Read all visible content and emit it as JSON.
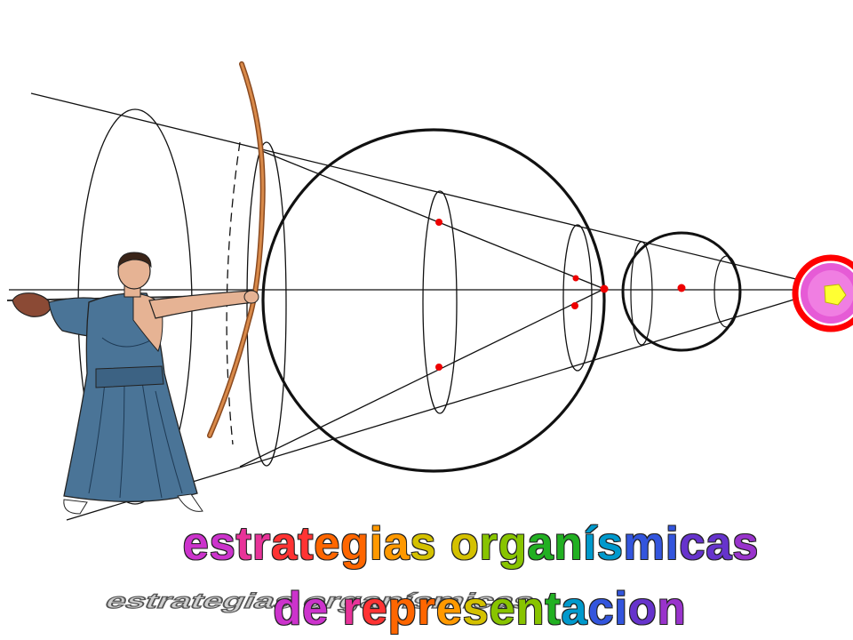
{
  "caption": {
    "line1": "estrategias organísmicas",
    "line2": "de representacion",
    "shadow": "estrategias organísmicas"
  },
  "colors": {
    "line": "#111111",
    "dot": "#ee0000",
    "bow": "#c77a3c",
    "robe": "#4a7497",
    "skin": "#e6b394",
    "target_ring": "#ff0000",
    "target_fill": "#e65bd6",
    "target_center": "#ffff33"
  },
  "rainbow": [
    "#cc33cc",
    "#e83399",
    "#ff3333",
    "#ff6600",
    "#ff9900",
    "#d4c100",
    "#88c400",
    "#22b022",
    "#0099cc",
    "#3355dd",
    "#6633cc",
    "#9933cc"
  ],
  "icons": [
    "archer-figure",
    "bow",
    "target"
  ]
}
